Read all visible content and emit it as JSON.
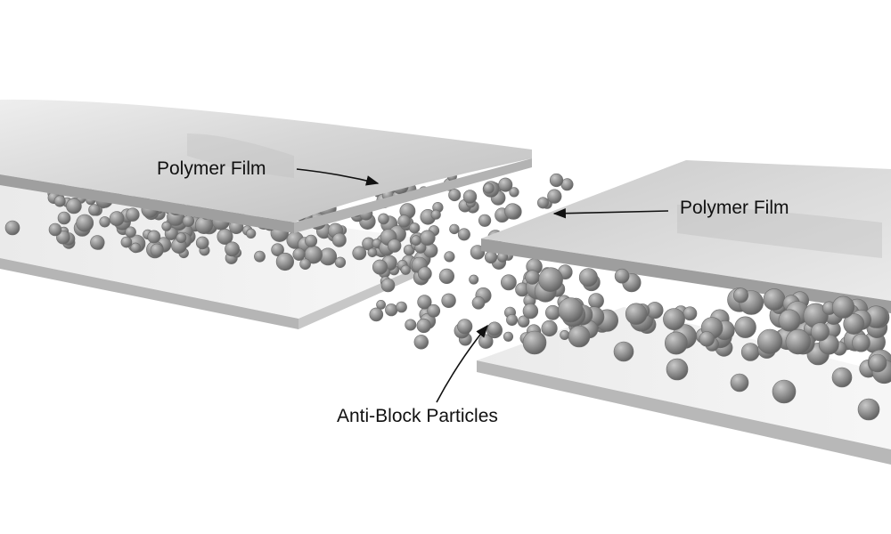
{
  "labels": {
    "polymer_film_left": "Polymer Film",
    "polymer_film_right": "Polymer Film",
    "anti_block_particles": "Anti-Block Particles"
  },
  "colors": {
    "background": "#ffffff",
    "film_top": "#d9d9d9",
    "film_edge": "#a8a8a8",
    "particle": "#8a8a8a",
    "particle_highlight": "#c4c4c4",
    "arrow": "#111111",
    "label_text": "#111111"
  },
  "scene": {
    "films": [
      "left-upper",
      "left-lower",
      "right-upper",
      "right-lower"
    ],
    "particles": "anti-block particles between film layers"
  }
}
